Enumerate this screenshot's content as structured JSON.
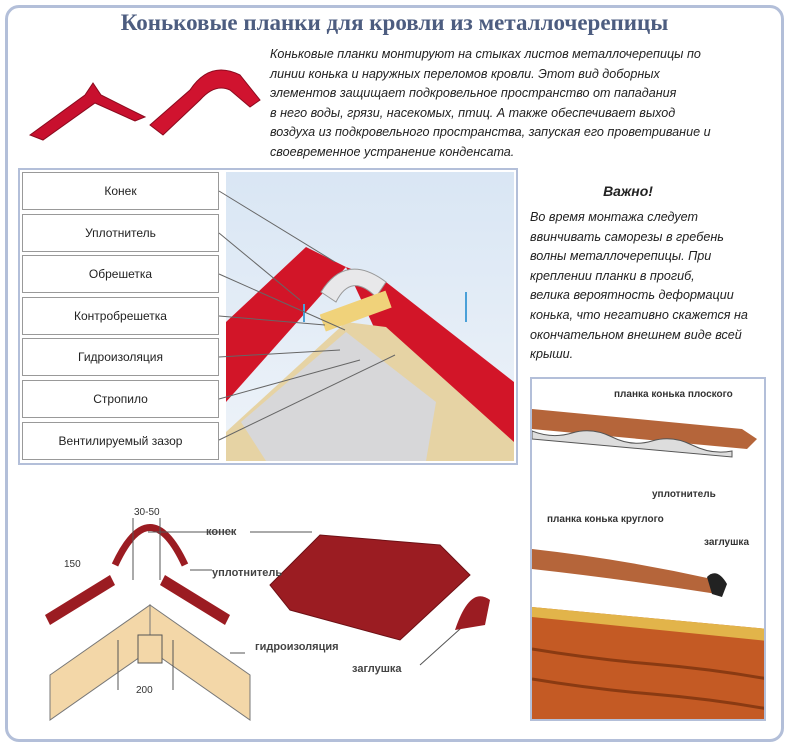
{
  "title": "Коньковые планки для кровли из металлочерепицы",
  "intro": [
    "Коньковые планки монтируют на стыках листов металлочерепицы по",
    "линии конька и наружных переломов кровли. Этот вид доборных",
    "элементов защищает подкровельное пространство от пападания",
    "в него воды, грязи, насекомых, птиц. А также обеспечивает выход",
    "воздуха из подкровельного пространства, запуская его проветривание и",
    "своевременное устранение конденсата."
  ],
  "layers": [
    "Конек",
    "Уплотнитель",
    "Обрешетка",
    "Контробрешетка",
    "Гидроизоляция",
    "Стропило",
    "Вентилируемый зазор"
  ],
  "important": {
    "heading": "Важно!",
    "lines": [
      "Во время монтажа следует",
      "ввинчивать саморезы в гребень",
      "волны металлочерепицы. При",
      "креплении планки в прогиб,",
      "велика вероятность деформации",
      "конька, что негативно скажется на",
      "окончательном внешнем виде всей",
      "крыши."
    ]
  },
  "photo_labels": {
    "flat": "планка конька плоского",
    "seal": "уплотнитель",
    "round": "планка конька круглого",
    "cap": "заглушка"
  },
  "diagram": {
    "dim_top": "30-50",
    "dim_side": "150",
    "dim_bottom": "200",
    "ridge": "конек",
    "seal": "уплотнитель",
    "waterproof": "гидроизоляция",
    "cap": "заглушка"
  },
  "colors": {
    "ridge_red": "#c8102e",
    "diagram_red": "#9b1c22",
    "frame": "#b3bfd9",
    "title": "#4d5d80",
    "wood": "#f3d7a8"
  }
}
